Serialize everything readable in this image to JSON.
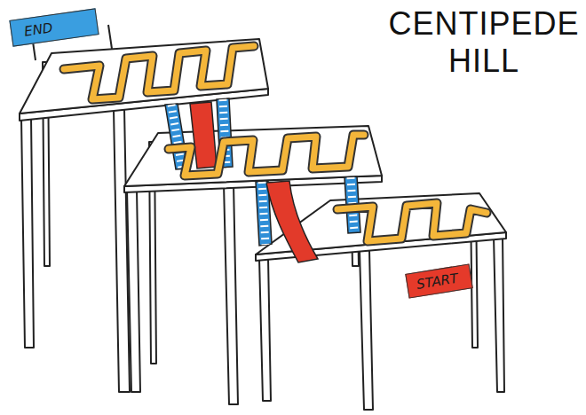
{
  "diagram": {
    "title": "CENTIPEDE HILL",
    "nodes": [
      {
        "text": [
          "END"
        ]
      },
      {
        "text": [
          "START"
        ]
      }
    ]
  }
}
